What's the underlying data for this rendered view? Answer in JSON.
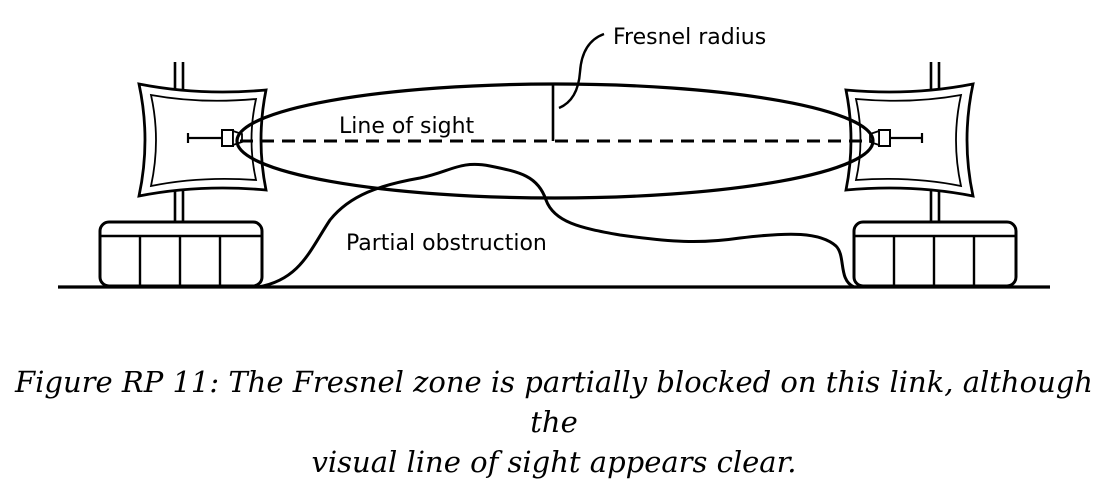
{
  "diagram": {
    "labels": {
      "fresnel_radius": "Fresnel radius",
      "line_of_sight": "Line of sight",
      "partial_obstruction": "Partial obstruction"
    }
  },
  "caption": {
    "line1": "Figure RP 11: The Fresnel zone is partially blocked on this link, although the",
    "line2": "visual line of sight appears clear."
  }
}
